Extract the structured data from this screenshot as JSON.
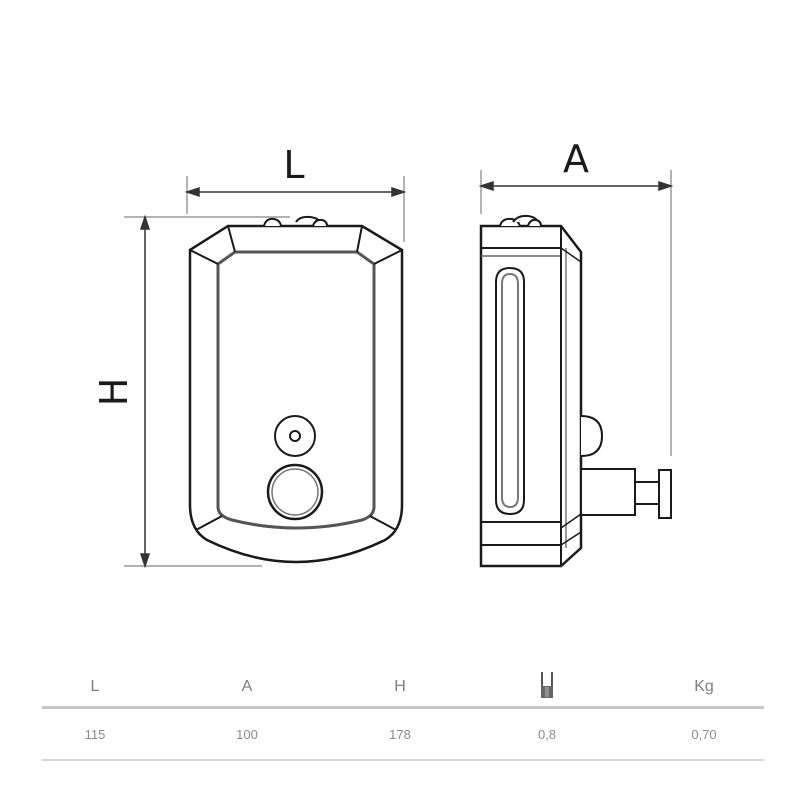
{
  "drawing": {
    "front_view": {
      "width_label": "L",
      "height_label": "H"
    },
    "side_view": {
      "depth_label": "A"
    },
    "line_color": "#1a1a1a",
    "dim_line_color": "#9a9a9a"
  },
  "specs": {
    "headers": [
      "L",
      "A",
      "H",
      "thickness-icon",
      "Kg"
    ],
    "values": [
      "115",
      "100",
      "178",
      "0,8",
      "0,70"
    ],
    "header_line_color": "#c8c8c8",
    "text_color": "#8a8a8a"
  }
}
